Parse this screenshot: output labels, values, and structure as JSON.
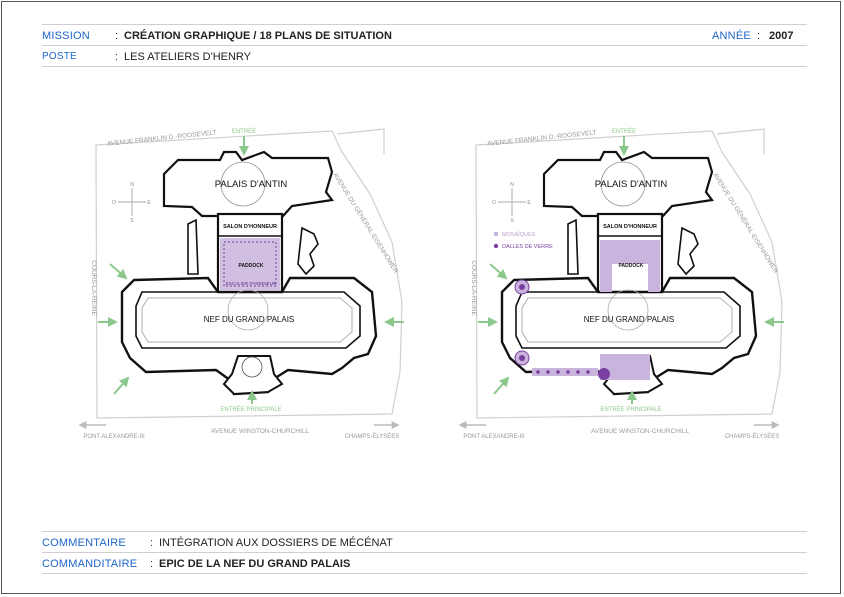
{
  "header": {
    "mission_label": "MISSION",
    "mission_value": "CRÉATION GRAPHIQUE / 18 PLANS DE SITUATION",
    "annee_label": "ANNÉE",
    "annee_value": "2007",
    "poste_label": "POSTE",
    "poste_value": "LES ATELIERS D'HENRY"
  },
  "footer": {
    "commentaire_label": "COMMENTAIRE",
    "commentaire_value": "INTÉGRATION AUX DOSSIERS DE MÉCÉNAT",
    "commanditaire_label": "COMMANDITAIRE",
    "commanditaire_value": "EPIC DE LA NEF DU GRAND PALAIS"
  },
  "colon": ":",
  "plans": {
    "street_roosevelt": "AVENUE FRANKLIN D.-ROOSEVELT",
    "street_eisenhower": "AVENUE DU GÉNÉRAL-EISENHOWER",
    "street_cours": "COURS-LA-REINE",
    "street_churchill": "AVENUE WINSTON-CHURCHILL",
    "pont": "PONT ALEXANDRE-III",
    "champs": "CHAMPS-ÉLYSÉES",
    "entree": "ENTRÉE",
    "entree_principale": "ENTRÉE PRINCIPALE",
    "palais_antin": "PALAIS D'ANTIN",
    "salon_honneur": "SALON D'HONNEUR",
    "paddock": "PADDOCK",
    "escalier": "ESCALIER D'HONNEUR",
    "nef": "NEF DU GRAND PALAIS",
    "legend_mosaiques": "MOSAÏQUES",
    "legend_dalles": "DALLES DE VERRE",
    "compass_n": "N",
    "compass_s": "S",
    "compass_e": "E",
    "compass_o": "O"
  },
  "colors": {
    "label_blue": "#1d64c8",
    "green": "#8cc88c",
    "purple_light": "#c8b4dc",
    "purple_dark": "#7a3fa0"
  }
}
